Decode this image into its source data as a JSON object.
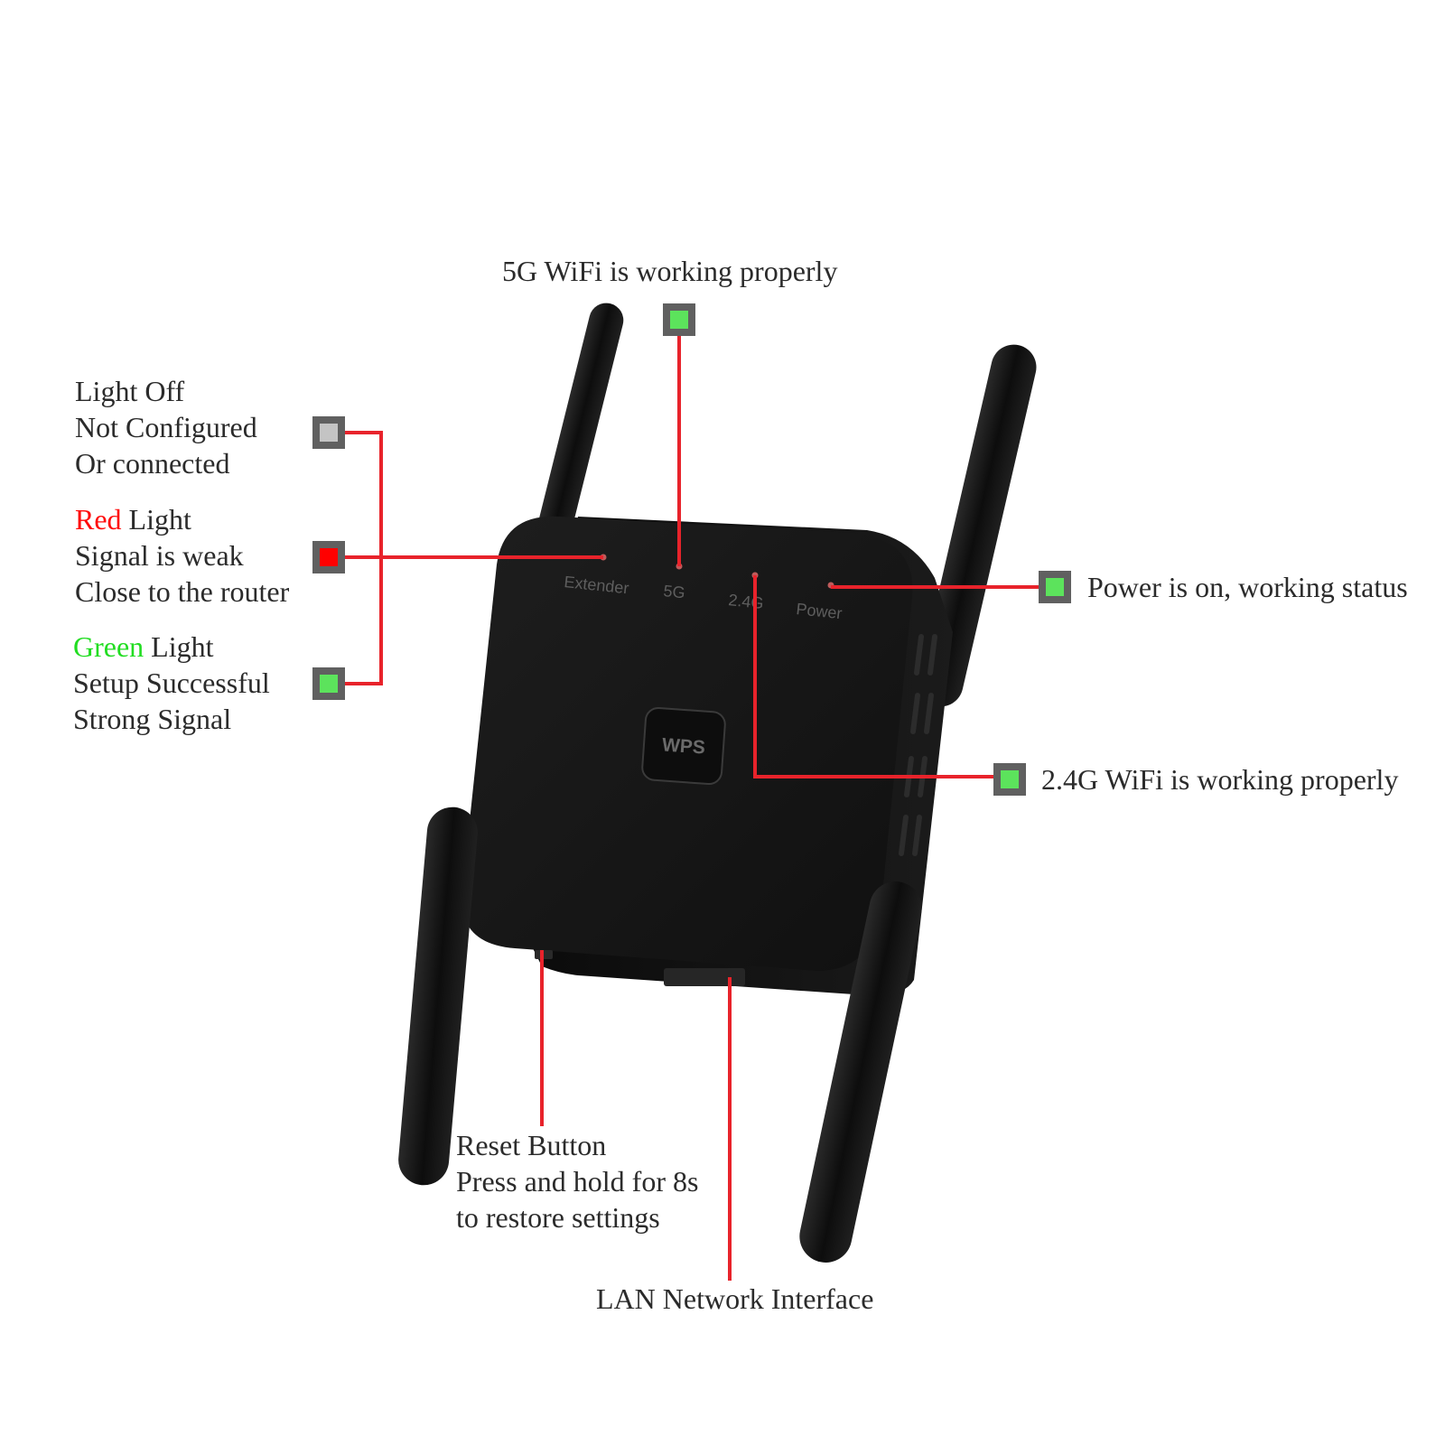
{
  "annotations": {
    "wifi_5g": "5G WiFi is working properly",
    "power": "Power is on, working status",
    "wifi_24g": "2.4G WiFi is working properly",
    "reset": {
      "line1": "Reset Button",
      "line2": "Press and hold for 8s",
      "line3": "to restore settings"
    },
    "lan": "LAN Network Interface"
  },
  "legend": {
    "off": {
      "line1": "Light Off",
      "line2": "Not Configured",
      "line3": "Or connected"
    },
    "red": {
      "color_word": "Red",
      "word": " Light",
      "line2": "Signal is weak",
      "line3": "Close to the router"
    },
    "green": {
      "color_word": "Green",
      "word": " Light",
      "line2": "Setup Successful",
      "line3": "Strong Signal"
    }
  },
  "device": {
    "led_labels": [
      "Extender",
      "5G",
      "2.4G",
      "Power"
    ],
    "wps_button": "WPS"
  },
  "colors": {
    "callout_line": "#e8232b",
    "indicator_green": "#5ce35c",
    "indicator_red": "#ff0000",
    "indicator_gray": "#c4c4c4",
    "indicator_frame": "#606060",
    "device_body": "#151515"
  }
}
